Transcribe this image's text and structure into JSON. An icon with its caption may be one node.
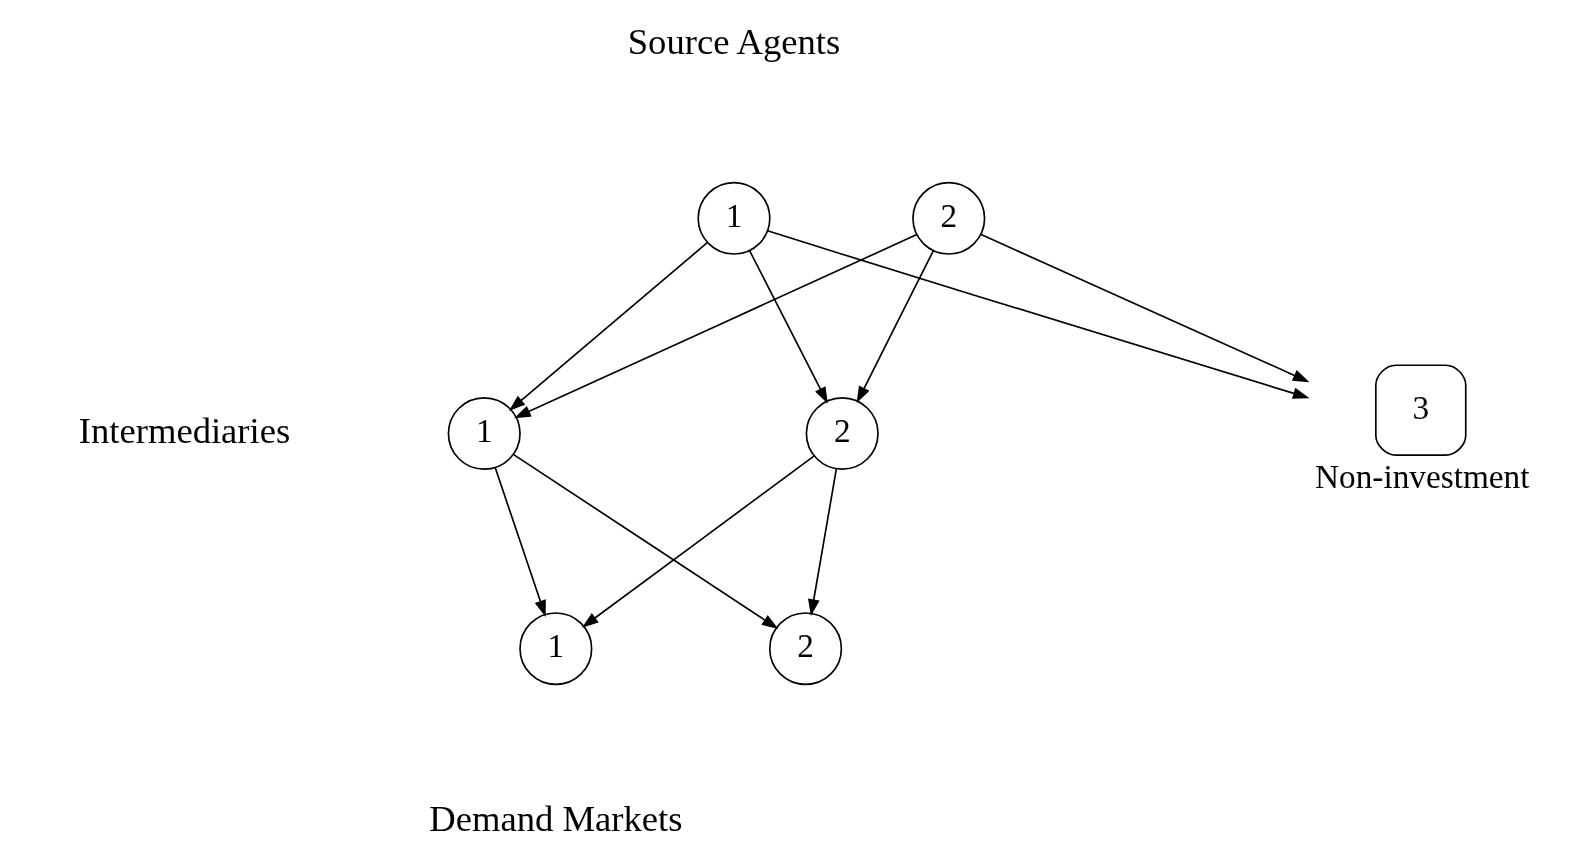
{
  "diagram": {
    "nodes": [
      {
        "text": [
          "1"
        ]
      },
      {
        "text": [
          "2"
        ]
      },
      {
        "text": [
          "1"
        ]
      },
      {
        "text": [
          "2"
        ]
      },
      {
        "text": [
          "3"
        ],
        "beside": [
          "Non-investment"
        ]
      },
      {
        "text": [
          "1"
        ]
      },
      {
        "text": [
          "2"
        ]
      }
    ],
    "edges": [
      {
        "from": 0,
        "to": 2,
        "arrow": "to"
      },
      {
        "from": 0,
        "to": 3,
        "arrow": "to"
      },
      {
        "from": 0,
        "to": 4,
        "arrow": "to"
      },
      {
        "from": 1,
        "to": 2,
        "arrow": "to"
      },
      {
        "from": 1,
        "to": 3,
        "arrow": "to"
      },
      {
        "from": 1,
        "to": 4,
        "arrow": "to"
      },
      {
        "from": 2,
        "to": 5,
        "arrow": "to"
      },
      {
        "from": 2,
        "to": 6,
        "arrow": "to"
      },
      {
        "from": 3,
        "to": 5,
        "arrow": "to"
      },
      {
        "from": 3,
        "to": 6,
        "arrow": "to"
      }
    ],
    "labels": [
      "Source Agents",
      "Intermediaries",
      "Demand Markets"
    ]
  }
}
